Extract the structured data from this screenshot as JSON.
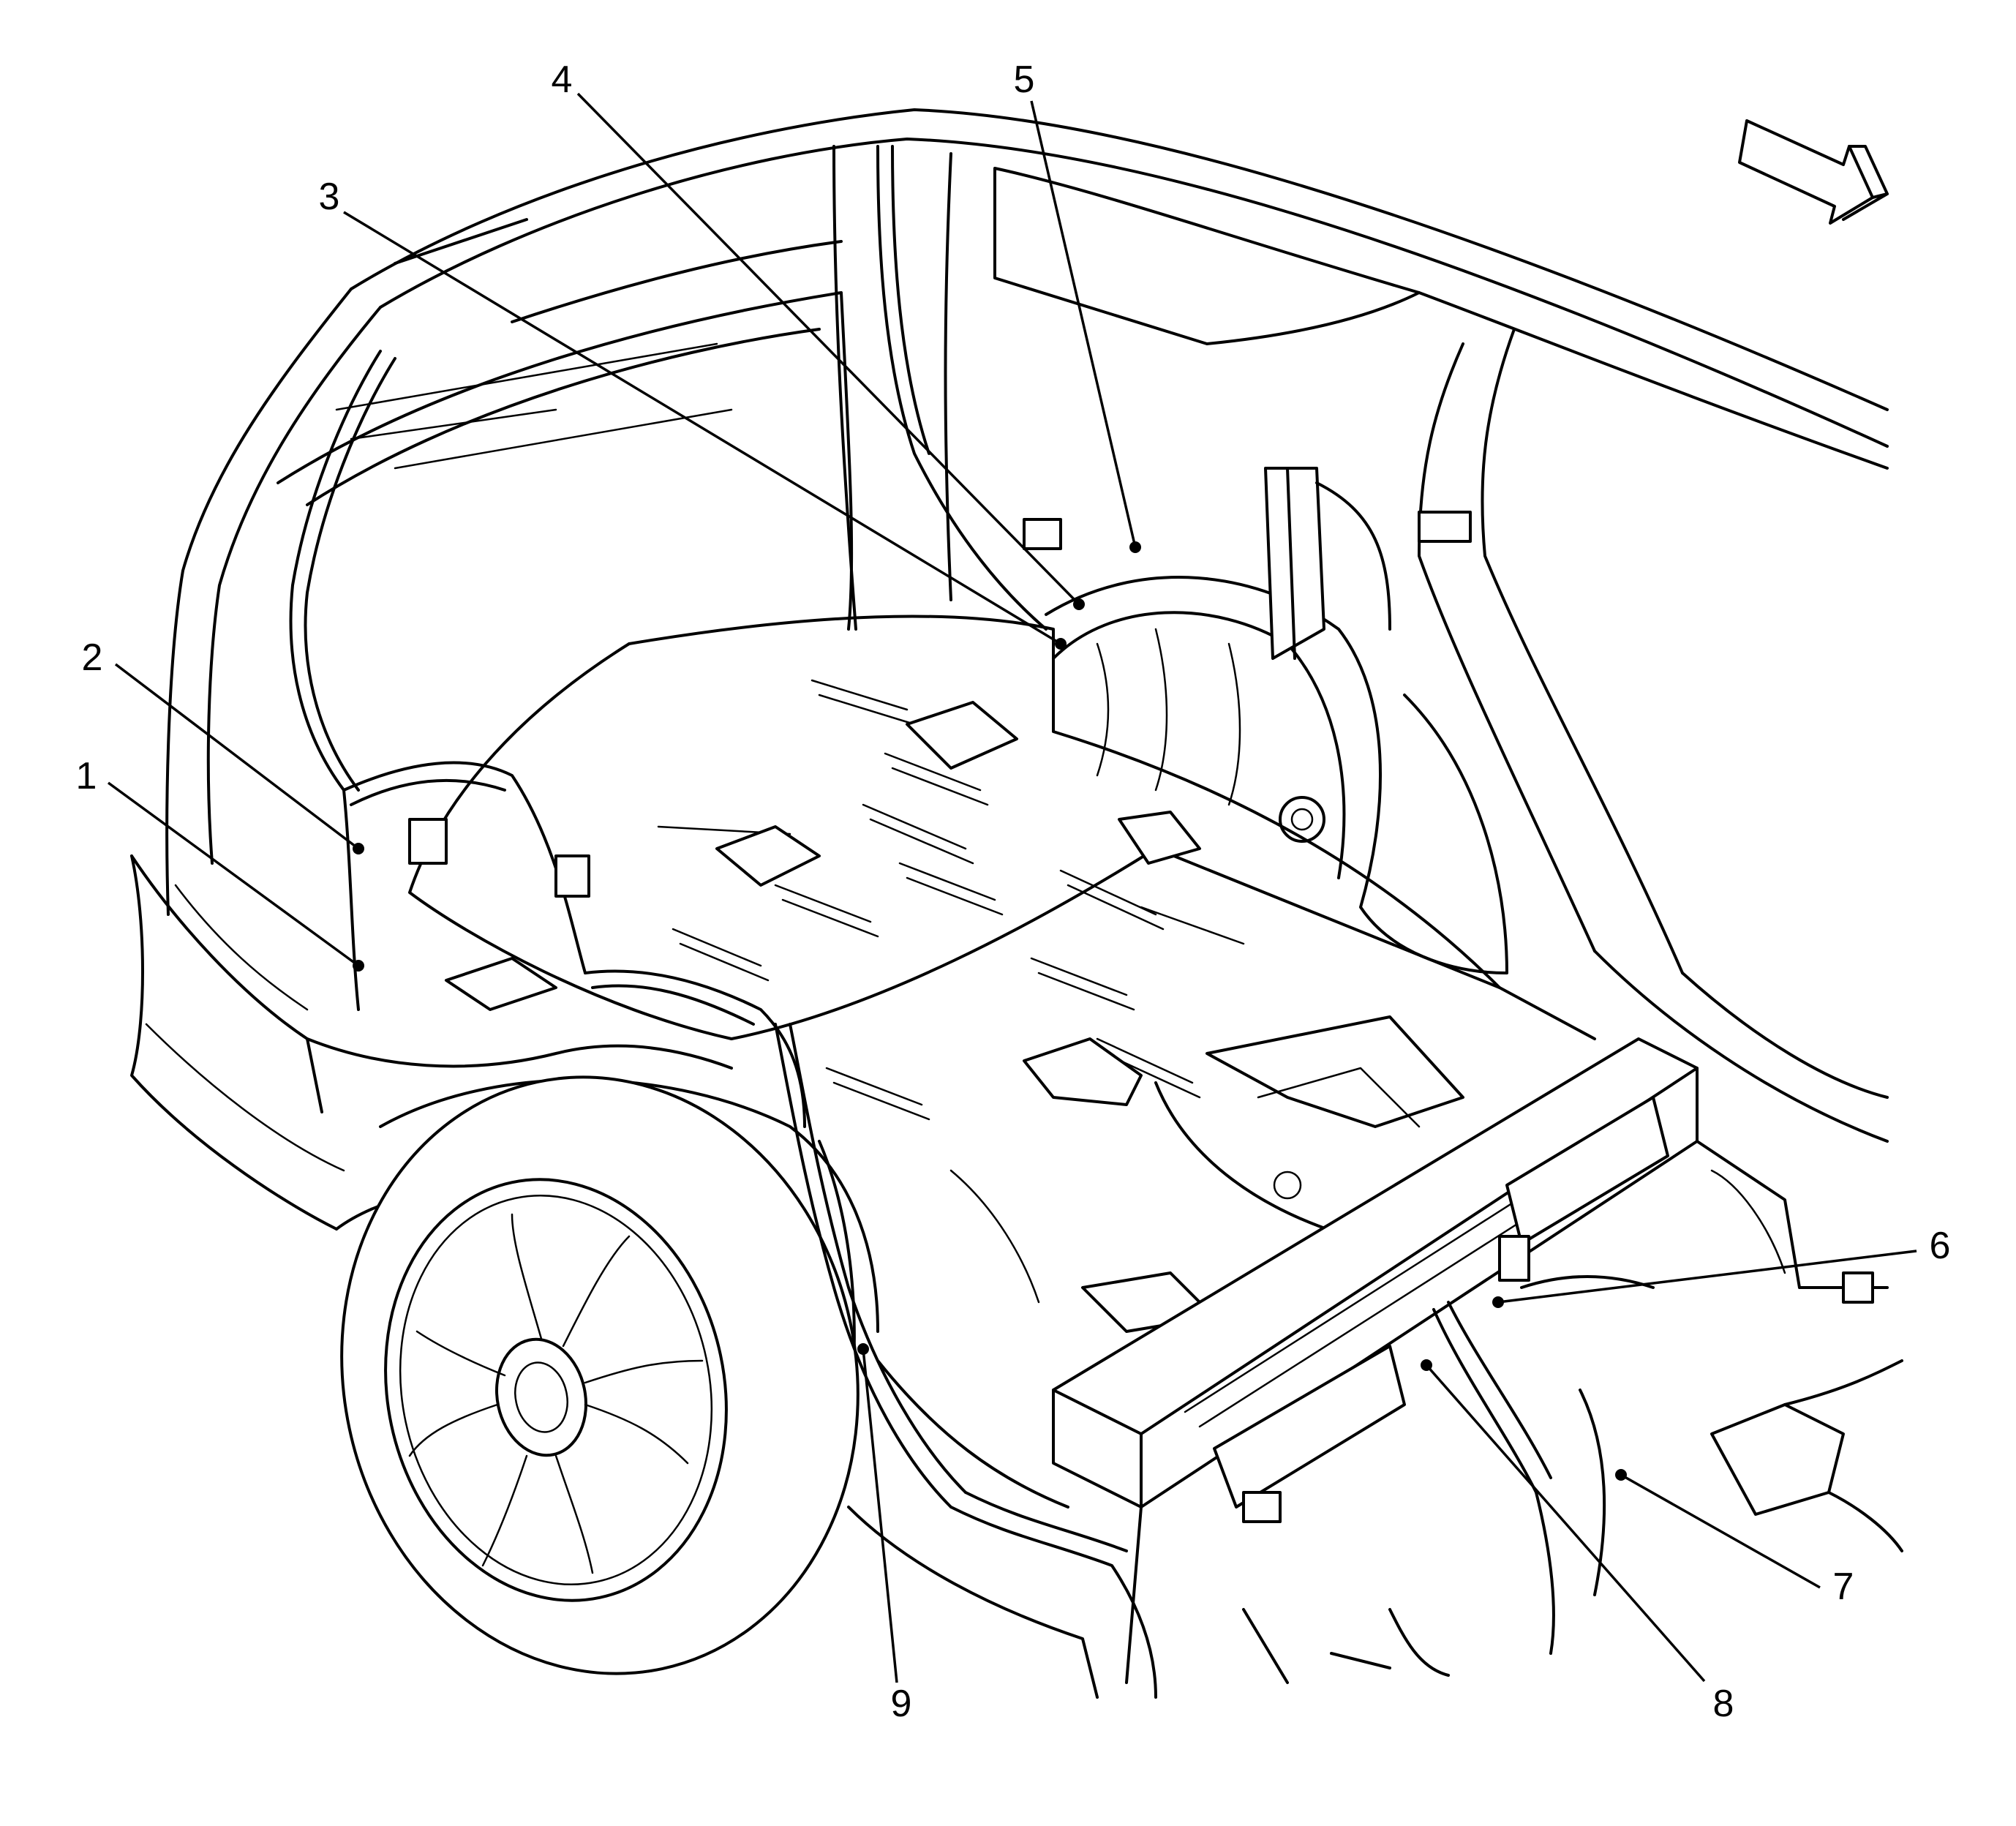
{
  "figure": {
    "callouts": [
      {
        "id": "c1",
        "label": "1"
      },
      {
        "id": "c2",
        "label": "2"
      },
      {
        "id": "c3",
        "label": "3"
      },
      {
        "id": "c4",
        "label": "4"
      },
      {
        "id": "c5",
        "label": "5"
      },
      {
        "id": "c6",
        "label": "6"
      },
      {
        "id": "c7",
        "label": "7"
      },
      {
        "id": "c8",
        "label": "8"
      },
      {
        "id": "c9",
        "label": "9"
      }
    ],
    "orientation_icon": "front-direction-arrow-icon"
  }
}
